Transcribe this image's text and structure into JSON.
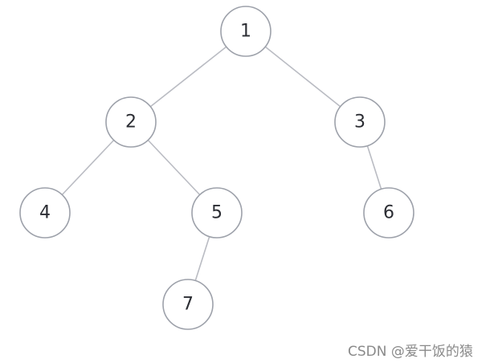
{
  "tree": {
    "nodes": [
      {
        "id": "n1",
        "label": "1"
      },
      {
        "id": "n2",
        "label": "2"
      },
      {
        "id": "n3",
        "label": "3"
      },
      {
        "id": "n4",
        "label": "4"
      },
      {
        "id": "n5",
        "label": "5"
      },
      {
        "id": "n6",
        "label": "6"
      },
      {
        "id": "n7",
        "label": "7"
      }
    ],
    "edges": [
      {
        "from": "n1",
        "to": "n2"
      },
      {
        "from": "n1",
        "to": "n3"
      },
      {
        "from": "n2",
        "to": "n4"
      },
      {
        "from": "n2",
        "to": "n5"
      },
      {
        "from": "n3",
        "to": "n6"
      },
      {
        "from": "n5",
        "to": "n7"
      }
    ]
  },
  "watermark": "CSDN @爱干饭的猿",
  "colors": {
    "edge": "#babcc3",
    "node_border": "#9da1aa",
    "node_fill": "#ffffff",
    "label": "#2b2d33",
    "watermark": "#8a8a8a"
  }
}
